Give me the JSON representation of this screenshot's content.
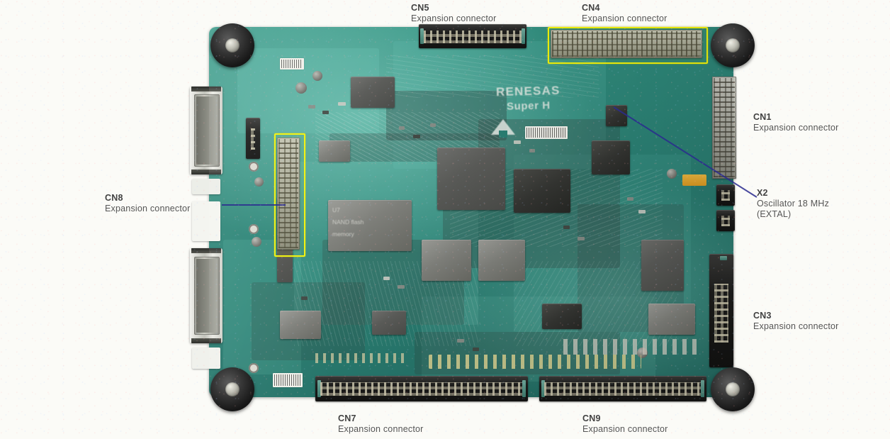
{
  "figure": {
    "subject": "Renesas Super H evaluation board photograph with callout annotations",
    "background_color": "#fbfbf7",
    "board_color": "#2f8a7b",
    "highlight_color": "#f2f20a",
    "leader_color": "#2b2b8f"
  },
  "callouts": [
    {
      "id": "cn5",
      "title": "CN5",
      "subtitle": "Expansion connector"
    },
    {
      "id": "cn4",
      "title": "CN4",
      "subtitle": "Expansion connector"
    },
    {
      "id": "cn1",
      "title": "CN1",
      "subtitle": "Expansion connector"
    },
    {
      "id": "x2",
      "title": "X2",
      "subtitle": "Oscillator 18 MHz",
      "subtitle2": "(EXTAL)"
    },
    {
      "id": "cn3",
      "title": "CN3",
      "subtitle": "Expansion connector"
    },
    {
      "id": "cn8",
      "title": "CN8",
      "subtitle": "Expansion connector"
    },
    {
      "id": "cn7",
      "title": "CN7",
      "subtitle": "Expansion connector"
    },
    {
      "id": "cn9",
      "title": "CN9",
      "subtitle": "Expansion connector"
    }
  ],
  "board_silkscreen": {
    "brand": "RENESAS",
    "family": "Super H"
  },
  "components": {
    "nand_flash": {
      "ref": "U7",
      "line1": "NAND flash",
      "line2": "memory"
    }
  }
}
